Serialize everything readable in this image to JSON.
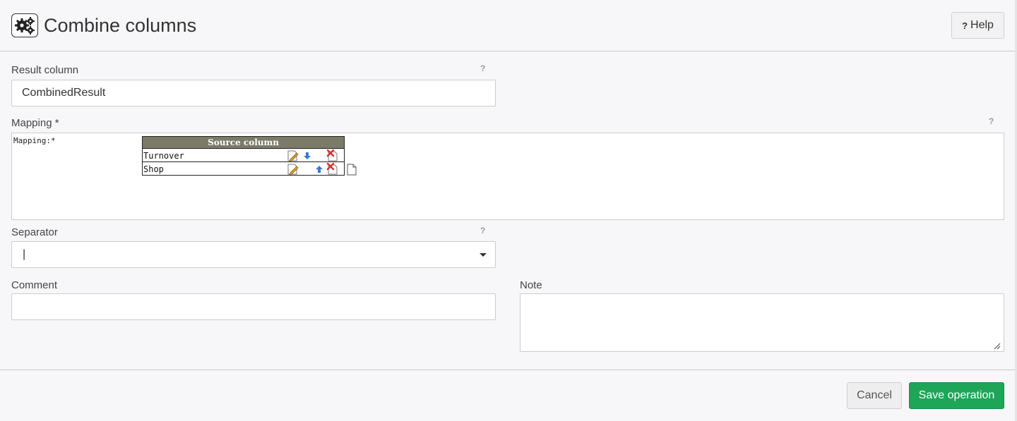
{
  "header": {
    "title": "Combine columns",
    "icon": "gears-icon",
    "help_label": "Help",
    "help_icon_glyph": "?"
  },
  "form": {
    "result_column": {
      "label": "Result column",
      "value": "CombinedResult",
      "hint": "?"
    },
    "mapping": {
      "label": "Mapping *",
      "hint": "?",
      "inner_label": "Mapping:*",
      "table_header": "Source column",
      "rows": [
        {
          "value": "Turnover"
        },
        {
          "value": "Shop"
        }
      ]
    },
    "separator": {
      "label": "Separator",
      "value": "|",
      "hint": "?"
    },
    "comment": {
      "label": "Comment",
      "value": ""
    },
    "note": {
      "label": "Note",
      "value": ""
    }
  },
  "footer": {
    "cancel_label": "Cancel",
    "save_label": "Save operation"
  },
  "colors": {
    "accent_green": "#1ea558",
    "table_header_bg": "#7b7b68"
  }
}
